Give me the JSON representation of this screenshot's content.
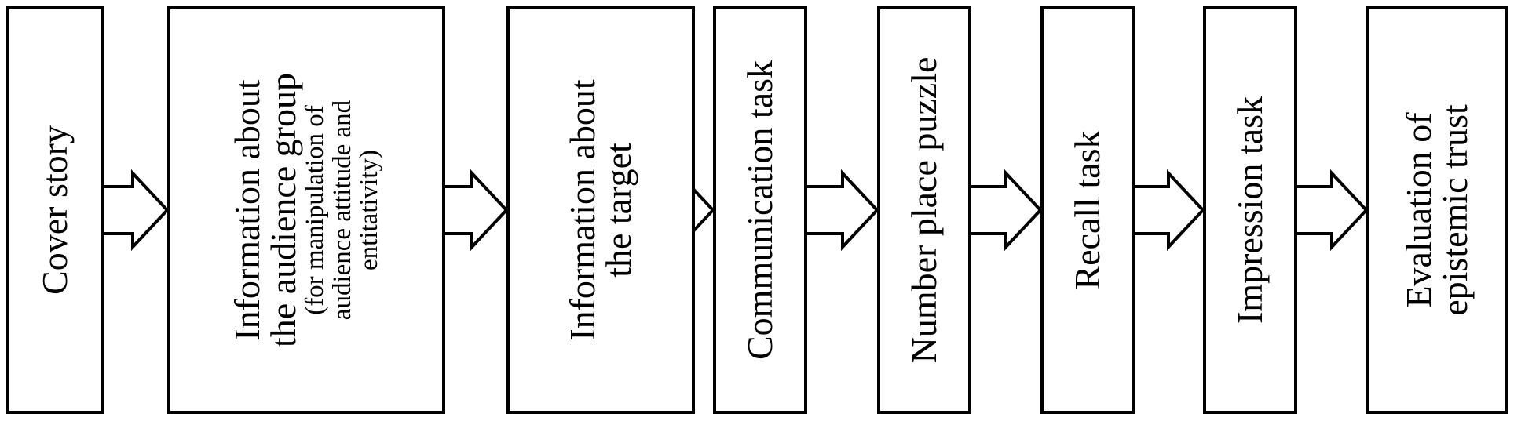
{
  "steps": [
    {
      "lines": [
        "Cover story"
      ],
      "sub_lines": []
    },
    {
      "lines": [
        "Information about",
        "the audience group"
      ],
      "sub_lines": [
        "(for manipulation of",
        "audience attitude and",
        "entitativity)"
      ]
    },
    {
      "lines": [
        "Information about",
        "the target"
      ],
      "sub_lines": []
    },
    {
      "lines": [
        "Communication task"
      ],
      "sub_lines": []
    },
    {
      "lines": [
        "Number place puzzle"
      ],
      "sub_lines": []
    },
    {
      "lines": [
        "Recall task"
      ],
      "sub_lines": []
    },
    {
      "lines": [
        "Impression task"
      ],
      "sub_lines": []
    },
    {
      "lines": [
        "Evaluation of",
        "epistemic trust"
      ],
      "sub_lines": []
    }
  ],
  "colors": {
    "stroke": "#000000",
    "fill": "#ffffff"
  }
}
